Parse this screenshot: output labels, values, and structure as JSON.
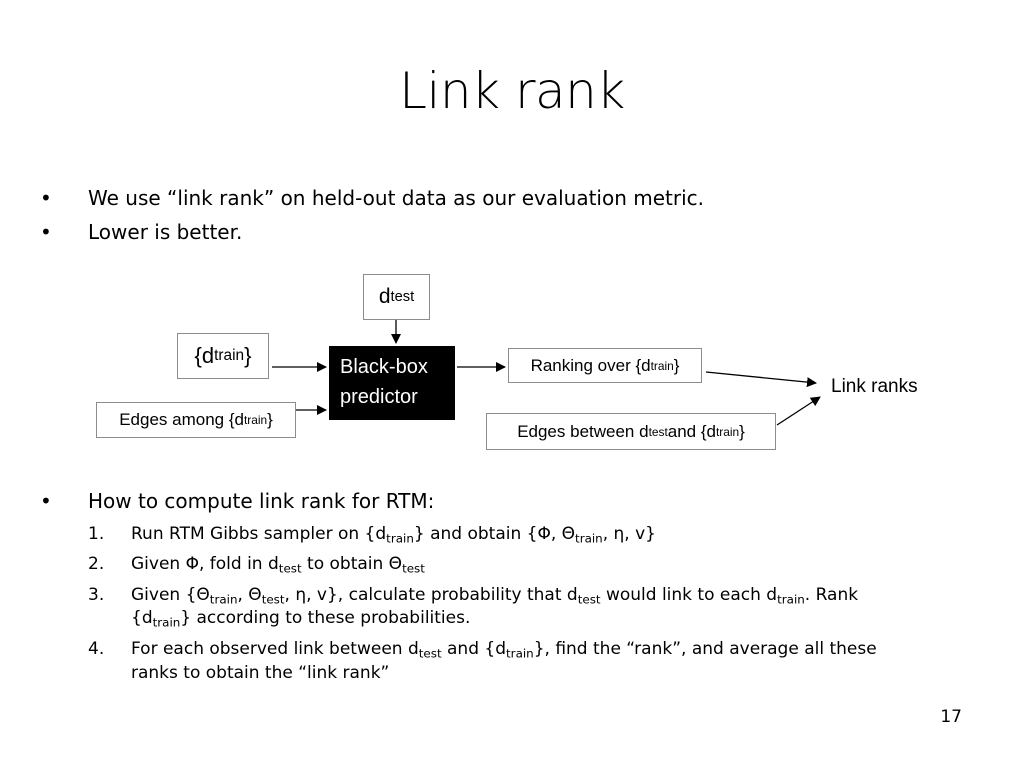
{
  "title": "Link rank",
  "bullets": [
    "We use “link rank” on held-out data as our evaluation metric.",
    "Lower is better."
  ],
  "bullet_symbol": "•",
  "diagram": {
    "d_test": {
      "main": "d",
      "sub": "test"
    },
    "d_train_set": {
      "pre": "{d",
      "sub": "train",
      "post": "}"
    },
    "edges_among": {
      "pre": "Edges among {d",
      "sub": "train",
      "post": "}"
    },
    "black_box": {
      "line1": "Black-box",
      "line2": "predictor"
    },
    "ranking": {
      "pre": "Ranking over {d",
      "sub": "train",
      "post": "}"
    },
    "edges_between": {
      "pre": "Edges between d",
      "sub1": "test",
      "mid": " and {d",
      "sub2": "train",
      "post": "}"
    },
    "link_ranks": "Link ranks"
  },
  "bullet3": "How to compute link rank for RTM:",
  "steps": [
    {
      "n": "1.",
      "parts": [
        "Run RTM Gibbs sampler on {d",
        "train",
        "} and obtain {Φ, Θ",
        "train",
        ", η, v}"
      ]
    },
    {
      "n": "2.",
      "parts": [
        "Given Φ, fold in d",
        "test",
        " to obtain Θ",
        "test"
      ]
    },
    {
      "n": "3.",
      "line1": [
        "Given {Θ",
        "train",
        ", Θ",
        "test",
        ", η, v}, calculate probability that d",
        "test",
        " would link to each d",
        "train",
        ".  Rank"
      ],
      "line2": [
        "{d",
        "train",
        "} according to these probabilities."
      ]
    },
    {
      "n": "4.",
      "line1": [
        "For each observed link between d",
        "test",
        " and {d",
        "train",
        "}, find the “rank”, and average all these"
      ],
      "line2": [
        "ranks to obtain the “link rank”"
      ]
    }
  ],
  "page_number": "17"
}
